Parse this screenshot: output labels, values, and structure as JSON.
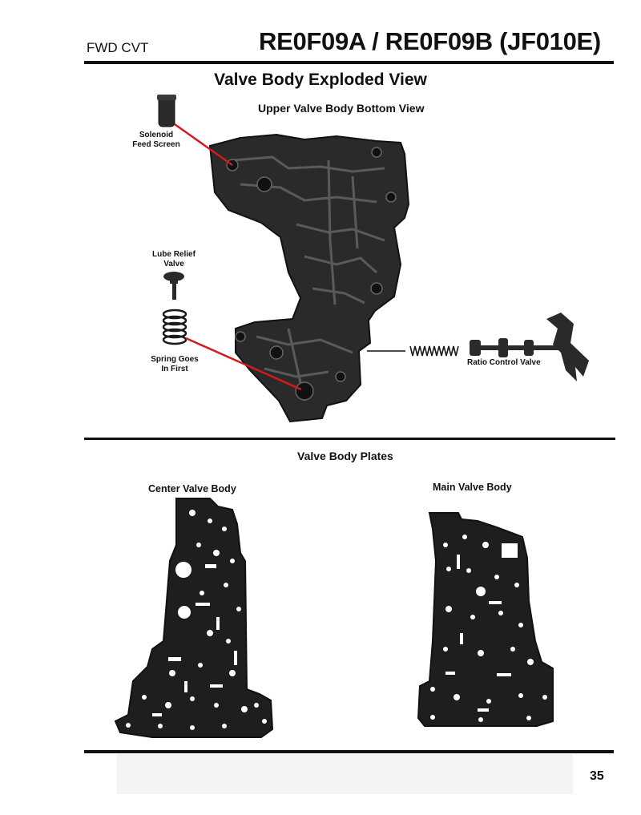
{
  "header": {
    "left_label": "FWD CVT",
    "model_title": "RE0F09A  / RE0F09B (JF010E)"
  },
  "main": {
    "title": "Valve Body Exploded View",
    "subtitle": "Upper Valve Body Bottom View",
    "callouts": {
      "solenoid_feed_screen": [
        "Solenoid",
        "Feed Screen"
      ],
      "lube_relief_valve": [
        "Lube Relief",
        "Valve"
      ],
      "spring_goes_in_first": [
        "Spring Goes",
        "In First"
      ],
      "ratio_control_valve": "Ratio Control Valve"
    }
  },
  "plates": {
    "title": "Valve Body Plates",
    "center_label": "Center Valve Body",
    "main_label": "Main Valve Body"
  },
  "footer": {
    "page_number": "35"
  },
  "colors": {
    "callout_line": "#d41a1a",
    "part_dark": "#2a2a2a",
    "rule": "#111111"
  }
}
